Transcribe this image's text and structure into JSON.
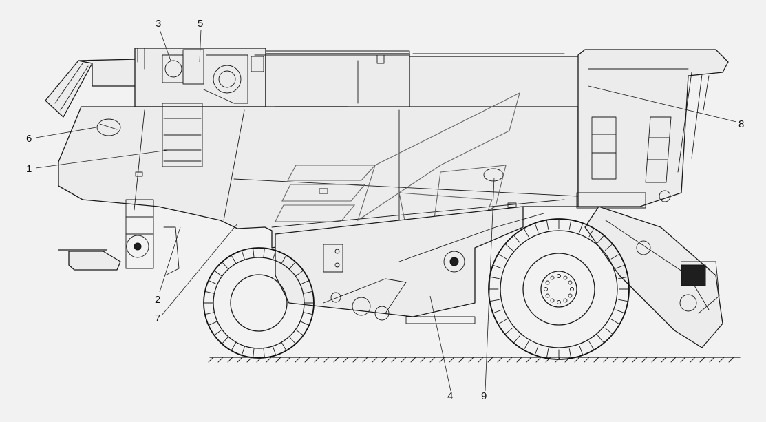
{
  "callouts": [
    {
      "id": "c1",
      "text": "1"
    },
    {
      "id": "c2",
      "text": "2"
    },
    {
      "id": "c3",
      "text": "3"
    },
    {
      "id": "c4",
      "text": "4"
    },
    {
      "id": "c5",
      "text": "5"
    },
    {
      "id": "c6",
      "text": "6"
    },
    {
      "id": "c7",
      "text": "7"
    },
    {
      "id": "c8",
      "text": "8"
    },
    {
      "id": "c9",
      "text": "9"
    }
  ],
  "colors": {
    "background": "#f2f2f2",
    "line": "#1a1a1a",
    "logo": "#666666"
  }
}
